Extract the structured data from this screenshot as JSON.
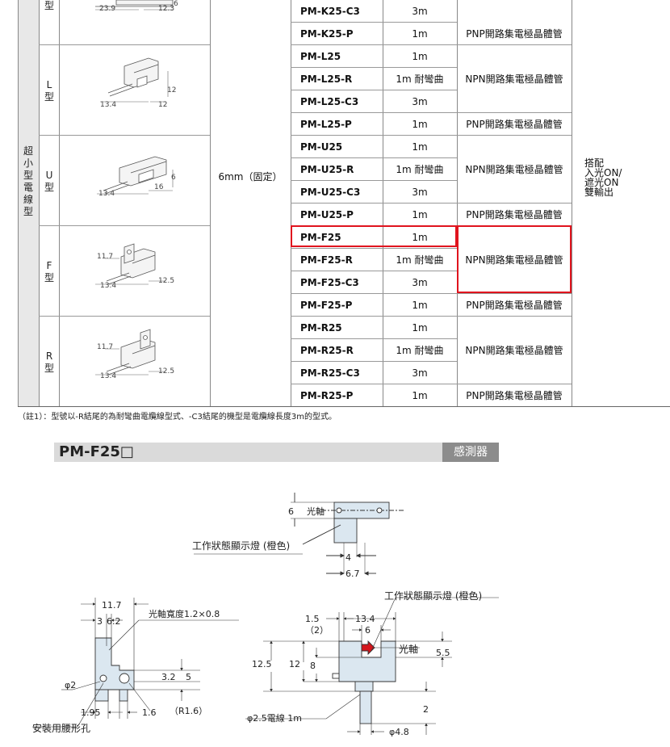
{
  "table": {
    "group_label": "超小型電線型",
    "spot": "6mm（固定）",
    "note_right": [
      "搭配",
      "入光ON/",
      "遮光ON",
      "雙輸出"
    ],
    "types": [
      {
        "label": "型"
      },
      {
        "label": "L型"
      },
      {
        "label": "U型"
      },
      {
        "label": "F型"
      },
      {
        "label": "R型"
      }
    ],
    "rows": [
      {
        "model": "PM-K25-C3",
        "length": "3m"
      },
      {
        "model": "PM-K25-P",
        "length": "1m",
        "output": "PNP開路集電極晶體管"
      },
      {
        "model": "PM-L25",
        "length": "1m"
      },
      {
        "model": "PM-L25-R",
        "length": "1m 耐彎曲",
        "output": "NPN開路集電極晶體管"
      },
      {
        "model": "PM-L25-C3",
        "length": "3m"
      },
      {
        "model": "PM-L25-P",
        "length": "1m",
        "output": "PNP開路集電極晶體管"
      },
      {
        "model": "PM-U25",
        "length": "1m"
      },
      {
        "model": "PM-U25-R",
        "length": "1m 耐彎曲",
        "output": "NPN開路集電極晶體管"
      },
      {
        "model": "PM-U25-C3",
        "length": "3m"
      },
      {
        "model": "PM-U25-P",
        "length": "1m",
        "output": "PNP開路集電極晶體管"
      },
      {
        "model": "PM-F25",
        "length": "1m"
      },
      {
        "model": "PM-F25-R",
        "length": "1m 耐彎曲",
        "output": "NPN開路集電極晶體管"
      },
      {
        "model": "PM-F25-C3",
        "length": "3m"
      },
      {
        "model": "PM-F25-P",
        "length": "1m",
        "output": "PNP開路集電極晶體管"
      },
      {
        "model": "PM-R25",
        "length": "1m"
      },
      {
        "model": "PM-R25-R",
        "length": "1m 耐彎曲",
        "output": "NPN開路集電極晶體管"
      },
      {
        "model": "PM-R25-C3",
        "length": "3m"
      },
      {
        "model": "PM-R25-P",
        "length": "1m",
        "output": "PNP開路集電極晶體管"
      }
    ],
    "sketch_dims": {
      "k": [
        "23.9",
        "12.3",
        "6"
      ],
      "l": [
        "12",
        "13.4",
        "12"
      ],
      "u": [
        "6",
        "16",
        "13.4"
      ],
      "f": [
        "11.7",
        "12.5",
        "13.4"
      ],
      "r": [
        "11.7",
        "12.5",
        "13.4"
      ]
    },
    "highlight_color": "#e0141e"
  },
  "footnote": "（註1）：型號以-R結尾的為耐彎曲電纜線型式、-C3結尾的機型是電纜線長度3m的型式。",
  "section": {
    "title": "PM-F25□",
    "badge": "感測器"
  },
  "drawing": {
    "top": {
      "d1": "6",
      "axis": "光軸",
      "indicator": "工作狀態顯示燈 (橙色)",
      "d2": "4",
      "d3": "6.7"
    },
    "left": {
      "w1": "11.7",
      "w2": "3",
      "w3": "6.2",
      "slot": "光軸寬度1.2×0.8",
      "h1": "3.2",
      "h2": "5",
      "hole": "φ2",
      "b1": "1.95",
      "b2": "1.6",
      "r": "（R1.6）",
      "mount": "安裝用腰形孔"
    },
    "right": {
      "indicator": "工作狀態顯示燈 (橙色)",
      "a1": "1.5",
      "a2": "（2）",
      "a3": "13.4",
      "a4": "6",
      "axis": "光軸",
      "h1": "5.5",
      "v1": "12.5",
      "v2": "12",
      "v3": "8",
      "v4": "2",
      "cable": "φ2.5電線 1m",
      "dia": "φ4.8"
    },
    "part_fill": "#dbe7f0",
    "led_color": "#d4161c"
  }
}
